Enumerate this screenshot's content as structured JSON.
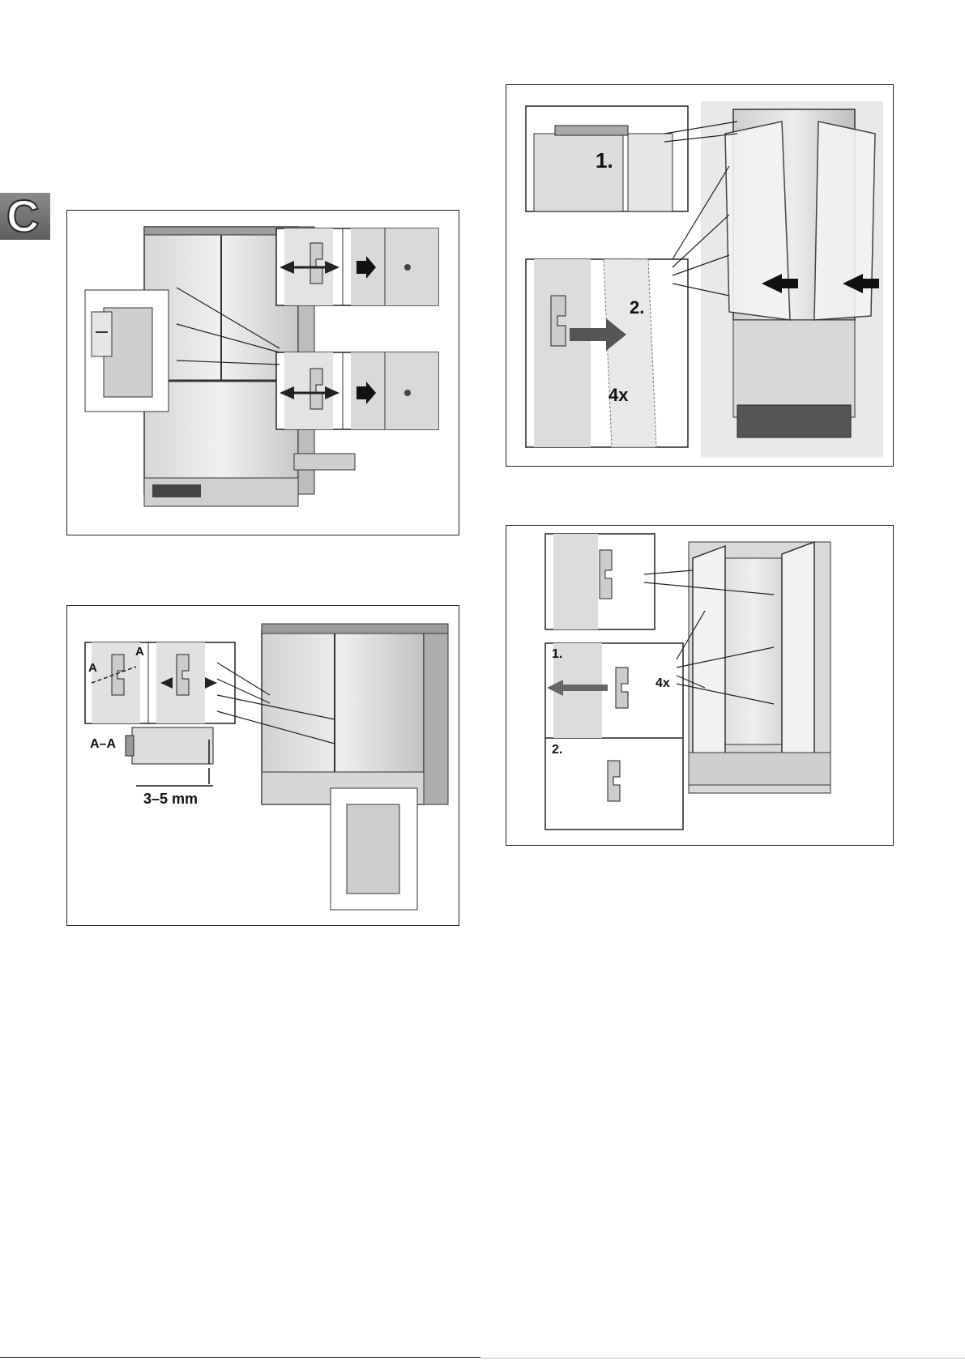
{
  "section_tab": {
    "letter": "C",
    "colors": {
      "tab": "#6e6e6e",
      "text": "#ffffff"
    }
  },
  "figures": {
    "fig1": {
      "icon": "hinge-adjustment-diagram"
    },
    "fig2": {
      "icon": "door-alignment-diagram",
      "section_label": "A–A",
      "marker_a_left": "A",
      "marker_a_right": "A",
      "gap_label": "3–5 mm"
    },
    "fig3": {
      "icon": "door-removal-diagram",
      "step1": "1.",
      "step2": "2.",
      "count": "4x"
    },
    "fig4": {
      "icon": "panel-mounting-diagram",
      "step1": "1.",
      "step2": "2.",
      "count": "4x"
    }
  }
}
